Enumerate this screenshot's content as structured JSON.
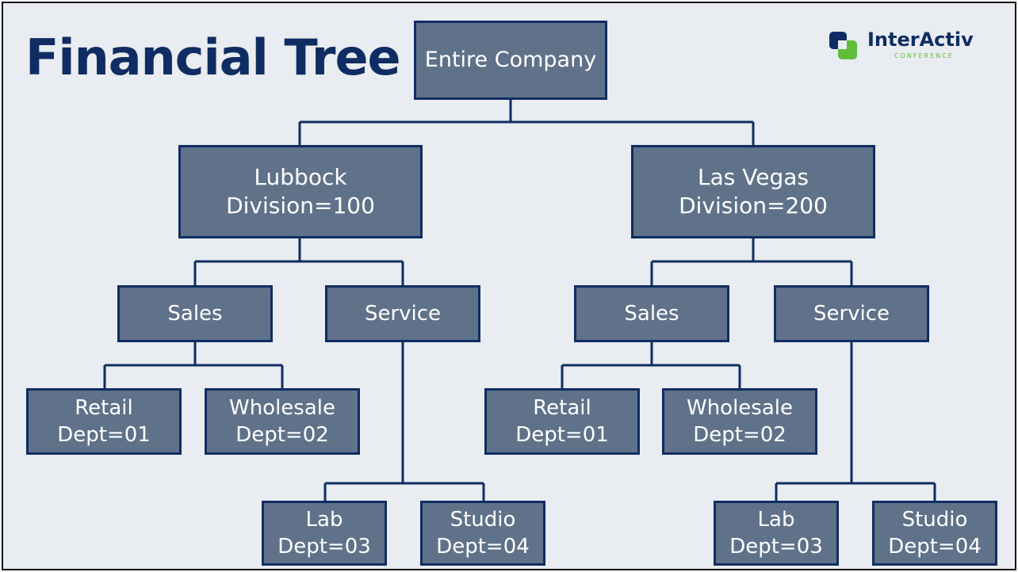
{
  "title": "Financial Tree",
  "logo": {
    "name": "InterActiv",
    "tagline": "CONFERENCE",
    "colors": {
      "navy": "#0f2d63",
      "green": "#5fbf3b"
    }
  },
  "colors": {
    "node_fill": "#607289",
    "node_border": "#0f2d63",
    "connector": "#0f2d63",
    "background": "#e9ecf0",
    "title": "#0f2d63"
  },
  "tree": {
    "root": {
      "label": "Entire Company"
    },
    "divisions": [
      {
        "name": "Lubbock",
        "code": "Division=100",
        "groups": [
          {
            "label": "Sales",
            "depts": [
              {
                "name": "Retail",
                "code": "Dept=01"
              },
              {
                "name": "Wholesale",
                "code": "Dept=02"
              }
            ]
          },
          {
            "label": "Service",
            "depts": [
              {
                "name": "Lab",
                "code": "Dept=03"
              },
              {
                "name": "Studio",
                "code": "Dept=04"
              }
            ]
          }
        ]
      },
      {
        "name": "Las Vegas",
        "code": "Division=200",
        "groups": [
          {
            "label": "Sales",
            "depts": [
              {
                "name": "Retail",
                "code": "Dept=01"
              },
              {
                "name": "Wholesale",
                "code": "Dept=02"
              }
            ]
          },
          {
            "label": "Service",
            "depts": [
              {
                "name": "Lab",
                "code": "Dept=03"
              },
              {
                "name": "Studio",
                "code": "Dept=04"
              }
            ]
          }
        ]
      }
    ]
  }
}
